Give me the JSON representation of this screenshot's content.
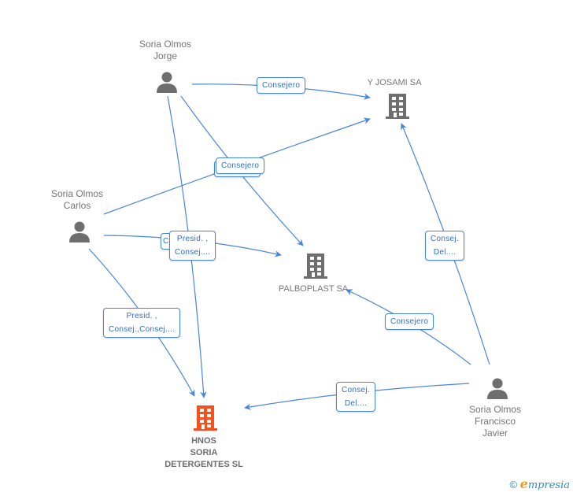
{
  "nodes": {
    "jorge": {
      "label_line1": "Soria Olmos",
      "label_line2": "Jorge",
      "type": "person",
      "icon": "person-icon"
    },
    "carlos": {
      "label_line1": "Soria Olmos",
      "label_line2": "Carlos",
      "type": "person",
      "icon": "person-icon"
    },
    "francisco": {
      "label_line1": "Soria Olmos",
      "label_line2": "Francisco",
      "label_line3": "Javier",
      "type": "person",
      "icon": "person-icon"
    },
    "yjosami": {
      "label": "Y JOSAMI SA",
      "type": "company",
      "icon": "building-icon"
    },
    "palboplast": {
      "label": "PALBOPLAST SA",
      "type": "company",
      "icon": "building-icon"
    },
    "hnos": {
      "label_line1": "HNOS",
      "label_line2": "SORIA",
      "label_line3": "DETERGENTES SL",
      "type": "company-main",
      "icon": "building-icon"
    }
  },
  "edges": [
    {
      "from": "jorge",
      "to": "yjosami",
      "label": "Consejero"
    },
    {
      "from": "carlos",
      "to": "yjosami",
      "label": "Consejero"
    },
    {
      "from": "jorge",
      "to": "palboplast",
      "label": "Consej...."
    },
    {
      "from": "carlos",
      "to": "palboplast",
      "label": "Consej...."
    },
    {
      "from": "jorge",
      "to": "hnos",
      "label_line1": "Presid. ,",
      "label_line2": "Consej...."
    },
    {
      "from": "carlos",
      "to": "hnos",
      "label_line1": "Presid. ,",
      "label_line2": "Consej.,Consej...."
    },
    {
      "from": "francisco",
      "to": "yjosami",
      "label_line1": "Consej.",
      "label_line2": "Del...."
    },
    {
      "from": "francisco",
      "to": "palboplast",
      "label": "Consejero"
    },
    {
      "from": "francisco",
      "to": "hnos",
      "label_line1": "Consej.",
      "label_line2": "Del...."
    }
  ],
  "colors": {
    "edge": "#4a86d8",
    "person": "#6e6e6e",
    "company": "#6e6e6e",
    "main_company": "#f4511e"
  },
  "footer": {
    "copyright": "©",
    "brand": "mpresia",
    "brand_initial": "e"
  }
}
